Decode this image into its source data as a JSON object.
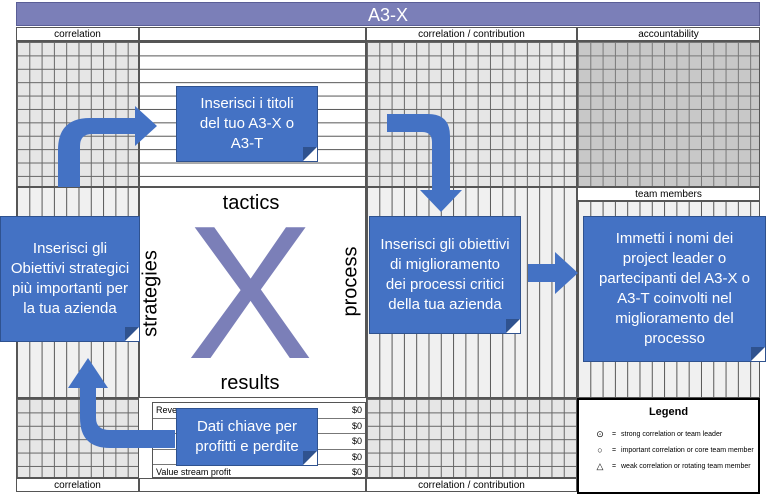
{
  "title": "A3-X",
  "headers": {
    "top_left": "correlation",
    "top_mid": "correlation / contribution",
    "top_right": "accountability",
    "team_members": "team members",
    "bottom_left": "correlation",
    "bottom_mid": "correlation / contribution"
  },
  "center": {
    "tactics": "tactics",
    "strategies": "strategies",
    "process": "process",
    "results": "results",
    "x_letter": "X"
  },
  "financials": [
    {
      "label": "Revenue",
      "value": "$0"
    },
    {
      "label": "",
      "value": "$0"
    },
    {
      "label": "",
      "value": "$0"
    },
    {
      "label": "",
      "value": "$0"
    },
    {
      "label": "Value stream profit",
      "value": "$0"
    }
  ],
  "notes": {
    "titles": "Inserisci i titoli del tuo A3-X o A3-T",
    "objectives": "Inserisci gli Obiettivi strategici più importanti per la tua azienda",
    "improvement": "Inserisci gli obiettivi di miglioramento dei processi critici della tua azienda",
    "team": "Immetti i nomi dei project leader o partecipanti del A3-X o A3-T coinvolti nel miglioramento del processo",
    "kpi": "Dati chiave per profitti e perdite"
  },
  "legend": {
    "title": "Legend",
    "rows": [
      {
        "symbol": "⊙",
        "eq": "=",
        "text": "strong correlation or team leader"
      },
      {
        "symbol": "○",
        "eq": "=",
        "text": "important correlation or core team member"
      },
      {
        "symbol": "△",
        "eq": "=",
        "text": "weak correlation or rotating team member"
      }
    ]
  },
  "colors": {
    "title_bar": "#7b7fb8",
    "note_fill": "#4472c4",
    "arrow_fill": "#4472c4",
    "x_letter": "#7b7fb8"
  }
}
